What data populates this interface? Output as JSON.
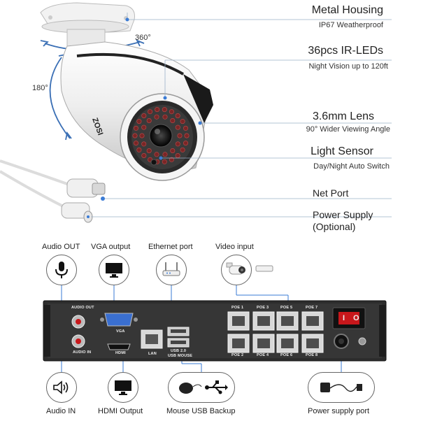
{
  "camera": {
    "rotation_horizontal": "360°",
    "rotation_vertical": "180°",
    "brand": "ZOSI",
    "callouts": [
      {
        "title": "Metal Housing",
        "sub": "IP67 Weatherproof"
      },
      {
        "title": "36pcs IR-LEDs",
        "sub": "Night Vision up to 120ft"
      },
      {
        "title": "3.6mm Lens",
        "sub": "90° Wider Viewing Angle"
      },
      {
        "title": "Light Sensor",
        "sub": "Day/Night Auto Switch"
      },
      {
        "title": "Net Port",
        "sub": ""
      },
      {
        "title": "Power Supply",
        "sub": "(Optional)"
      }
    ]
  },
  "nvr": {
    "top_labels": [
      "Audio OUT",
      "VGA output",
      "Ethernet port",
      "Video input"
    ],
    "bottom_labels": [
      "Audio IN",
      "HDMI Output",
      "Mouse USB Backup",
      "Power supply port"
    ],
    "port_labels": {
      "audio_out": "AUDIO OUT",
      "audio_in": "AUDIO IN",
      "vga": "VGA",
      "hdmi": "HDMI",
      "lan": "LAN",
      "usb": "USB 2.0",
      "usb_mouse": "USB MOUSE",
      "poe_top": [
        "POE 1",
        "POE 3",
        "POE 5",
        "POE 7"
      ],
      "poe_bottom": [
        "POE 2",
        "POE 4",
        "POE 6",
        "POE 8"
      ]
    },
    "power_switch": {
      "on": "I",
      "off": "O"
    },
    "colors": {
      "panel": "#2d2d2d",
      "poe_port": "#d8d8d8",
      "accent_blue": "#3a7bd5",
      "switch_red": "#c8171b"
    }
  }
}
